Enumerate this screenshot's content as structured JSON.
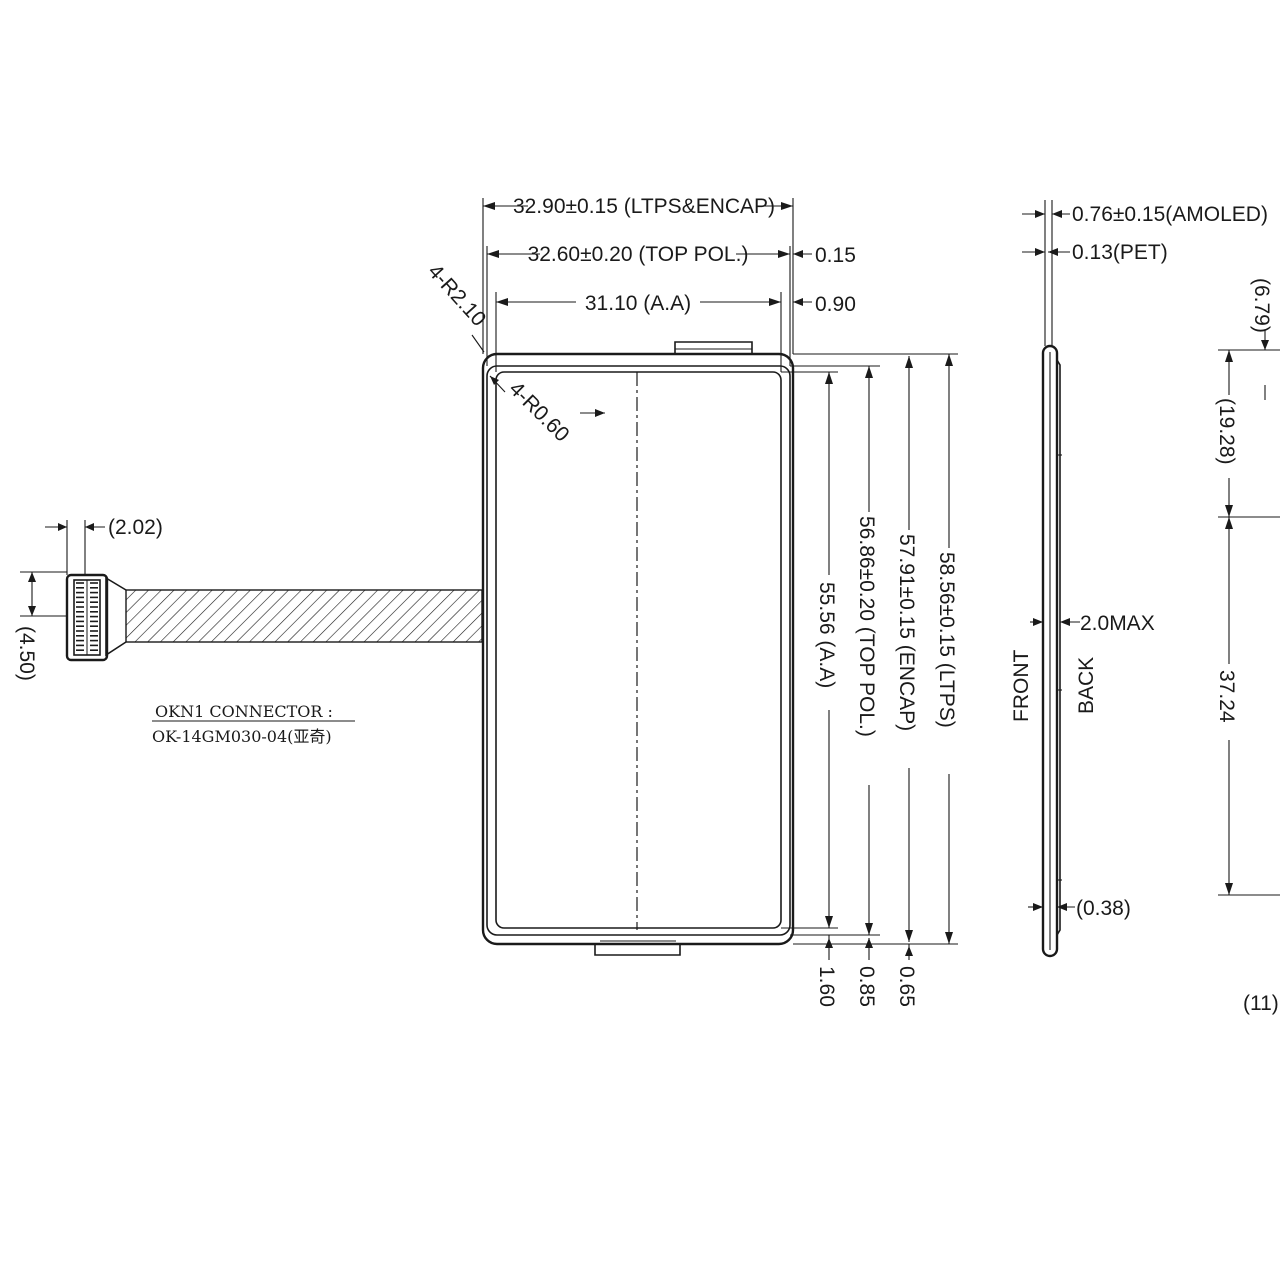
{
  "front_view": {
    "width_ltps_encap": "32.90±0.15 (LTPS&ENCAP)",
    "width_top_pol": "32.60±0.20 (TOP POL.)",
    "width_active_area": "31.10 (A.A)",
    "right_offset_top_pol": "0.15",
    "right_offset_active_area": "0.90",
    "corner_radius_outer": "4-R2.10",
    "corner_radius_inner": "4-R0.60",
    "height_active_area": "55.56 (A.A)",
    "height_top_pol": "56.86±0.20 (TOP POL.)",
    "height_encap": "57.91±0.15 (ENCAP)",
    "height_ltps": "58.56±0.15 (LTPS)",
    "bottom_offset_active_area": "1.60",
    "bottom_offset_top_pol": "0.85",
    "bottom_offset_encap": "0.65"
  },
  "connector": {
    "pitch_width": "(2.02)",
    "height": "(4.50)",
    "label_title": "OKN1 CONNECTOR :",
    "label_part": "OK-14GM030-04(亚奇)"
  },
  "side_view": {
    "thickness_amoled": "0.76±0.15(AMOLED)",
    "thickness_pet": "0.13(PET)",
    "component_height": "2.0MAX",
    "bottom_thickness": "(0.38)",
    "front_label": "FRONT",
    "back_label": "BACK"
  },
  "right_view": {
    "top_offset": "(6.79)",
    "segment_upper": "(19.28)",
    "segment_lower": "37.24",
    "bottom_note": "(11)"
  },
  "colors": {
    "line": "#1a1a1a",
    "background": "#ffffff"
  }
}
